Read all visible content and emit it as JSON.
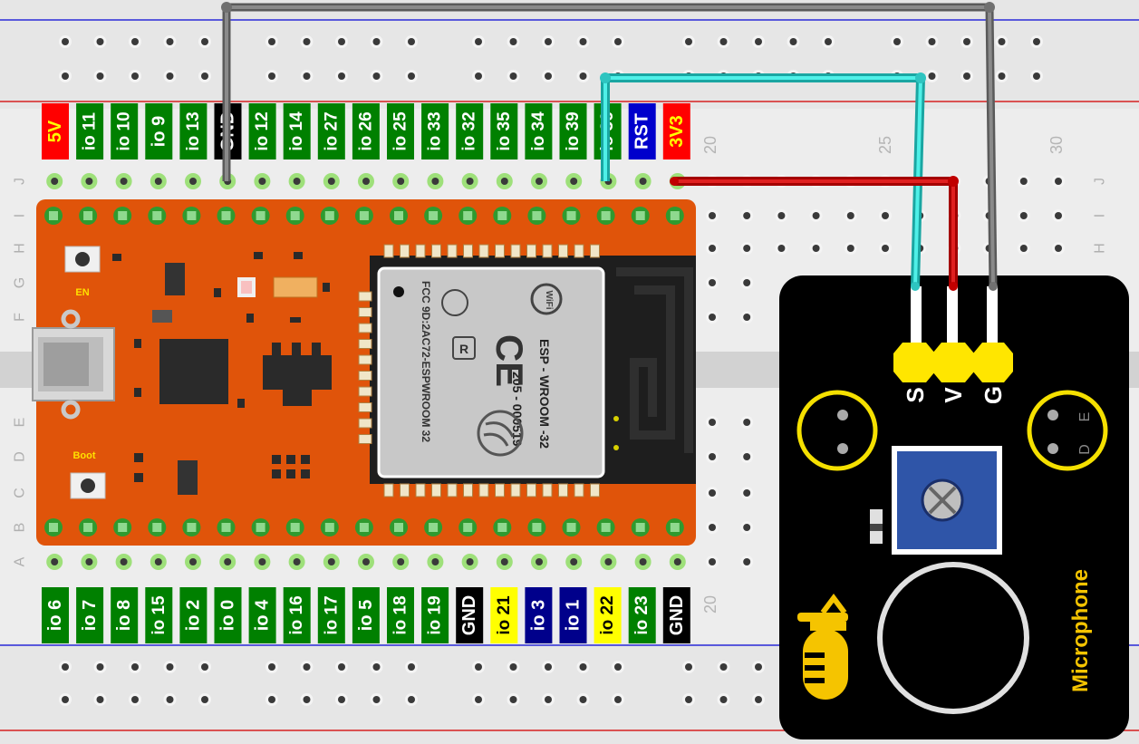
{
  "breadboard": {
    "column_numbers": [
      "20",
      "25",
      "30"
    ],
    "bottom_column_number": "20",
    "row_letters_top": [
      "J",
      "I",
      "H",
      "G",
      "F"
    ],
    "row_letters_bottom": [
      "E",
      "D",
      "C",
      "B",
      "A"
    ]
  },
  "board": {
    "top_labels": [
      {
        "text": "5V",
        "kind": "power"
      },
      {
        "text": "io 11",
        "kind": "io"
      },
      {
        "text": "io 10",
        "kind": "io"
      },
      {
        "text": "io 9",
        "kind": "io"
      },
      {
        "text": "io 13",
        "kind": "io"
      },
      {
        "text": "GND",
        "kind": "gnd"
      },
      {
        "text": "io 12",
        "kind": "io"
      },
      {
        "text": "io 14",
        "kind": "io"
      },
      {
        "text": "io 27",
        "kind": "io"
      },
      {
        "text": "io 26",
        "kind": "io"
      },
      {
        "text": "io 25",
        "kind": "io"
      },
      {
        "text": "io 33",
        "kind": "io"
      },
      {
        "text": "io 32",
        "kind": "io"
      },
      {
        "text": "io 35",
        "kind": "io"
      },
      {
        "text": "io 34",
        "kind": "io"
      },
      {
        "text": "io 39",
        "kind": "io"
      },
      {
        "text": "io 36",
        "kind": "io"
      },
      {
        "text": "RST",
        "kind": "rst"
      },
      {
        "text": "3V3",
        "kind": "power"
      }
    ],
    "bottom_labels": [
      {
        "text": "io 6",
        "kind": "io"
      },
      {
        "text": "io 7",
        "kind": "io"
      },
      {
        "text": "io 8",
        "kind": "io"
      },
      {
        "text": "io 15",
        "kind": "io"
      },
      {
        "text": "io 2",
        "kind": "io"
      },
      {
        "text": "io 0",
        "kind": "io"
      },
      {
        "text": "io 4",
        "kind": "io"
      },
      {
        "text": "io 16",
        "kind": "io"
      },
      {
        "text": "io 17",
        "kind": "io"
      },
      {
        "text": "io 5",
        "kind": "io"
      },
      {
        "text": "io 18",
        "kind": "io"
      },
      {
        "text": "io 19",
        "kind": "io"
      },
      {
        "text": "GND",
        "kind": "gnd"
      },
      {
        "text": "io 21",
        "kind": "i2c"
      },
      {
        "text": "io 3",
        "kind": "uart"
      },
      {
        "text": "io 1",
        "kind": "uart"
      },
      {
        "text": "io 22",
        "kind": "i2c"
      },
      {
        "text": "io 23",
        "kind": "io"
      },
      {
        "text": "GND",
        "kind": "gnd"
      }
    ],
    "button_en": "EN",
    "button_boot": "Boot",
    "module_text_1": "ESP - WROOM -32",
    "module_text_2": "205 - 000519",
    "module_text_3": "FCC 9D:2AC72-ESPWROOM 32",
    "module_r": "R",
    "module_ce": "CE",
    "module_wifi": "WiFi"
  },
  "sensor": {
    "pins": [
      "S",
      "V",
      "G"
    ],
    "title": "Microphone"
  },
  "colors": {
    "board": "#e0540a",
    "io": "#008000",
    "io_text": "#ffffff",
    "power": "#ff0000",
    "power_text": "#ffff00",
    "gnd": "#000000",
    "gnd_text": "#ffffff",
    "rst": "#0000cc",
    "i2c": "#ffff00",
    "i2c_text": "#000000",
    "uart": "#00008b",
    "uart_text": "#ffffff",
    "wire_signal": "#2ec4c0",
    "wire_power": "#c00000",
    "wire_ground": "#707070",
    "sensor_pin": "#ffd700",
    "sensor_accent": "#f5c400"
  }
}
